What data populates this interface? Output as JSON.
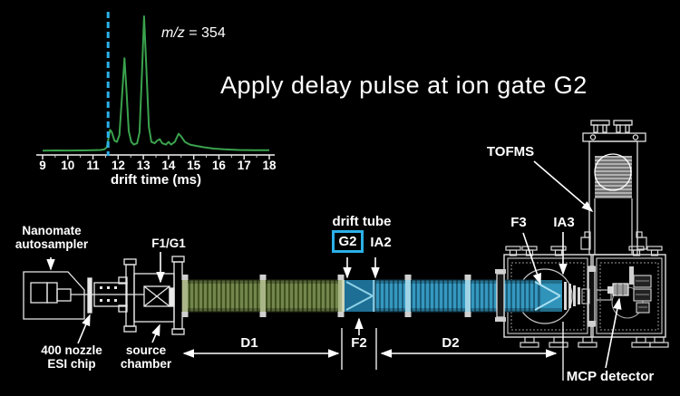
{
  "headline": "Apply delay pulse at ion gate G2",
  "chart_data": {
    "type": "line",
    "title": "",
    "xlabel": "drift time (ms)",
    "ylabel": "",
    "x_range": [
      9,
      18
    ],
    "x_ticks": [
      9,
      10,
      11,
      12,
      13,
      14,
      15,
      16,
      17,
      18
    ],
    "annotation": {
      "italic": "m/z",
      "rest": " = 354"
    },
    "gate_line_x": 11.6,
    "legend": "none",
    "grid": false,
    "series": [
      {
        "name": "drift time spectrum",
        "x": [
          9.0,
          9.5,
          10.0,
          10.5,
          11.0,
          11.3,
          11.45,
          11.55,
          11.62,
          11.68,
          11.75,
          11.85,
          11.95,
          12.05,
          12.15,
          12.25,
          12.33,
          12.42,
          12.52,
          12.62,
          12.75,
          12.85,
          12.95,
          13.03,
          13.12,
          13.22,
          13.32,
          13.45,
          13.55,
          13.65,
          13.75,
          13.9,
          14.0,
          14.1,
          14.25,
          14.4,
          14.5,
          14.65,
          14.85,
          15.1,
          15.4,
          15.8,
          16.2,
          16.8,
          17.4,
          18.0
        ],
        "y": [
          0.5,
          0.7,
          0.6,
          0.7,
          0.8,
          1.0,
          1.5,
          3,
          10,
          16,
          14,
          8,
          7,
          12,
          40,
          69,
          45,
          15,
          7,
          5,
          6,
          14,
          60,
          100,
          62,
          18,
          7,
          6,
          8,
          9,
          6,
          5,
          7,
          5,
          7,
          13,
          11,
          7,
          5,
          4,
          3,
          2,
          1.5,
          1,
          0.8,
          0.8
        ]
      }
    ]
  },
  "schematic": {
    "nanomate": [
      "Nanomate",
      "autosampler"
    ],
    "esi": [
      "400 nozzle",
      "ESI chip"
    ],
    "f1g1": "F1/G1",
    "source": [
      "source",
      "chamber"
    ],
    "drift_tube": "drift tube",
    "g2": "G2",
    "ia2": "IA2",
    "f2": "F2",
    "d1": "D1",
    "d2": "D2",
    "f3": "F3",
    "ia3": "IA3",
    "tofms": "TOFMS",
    "mcp": "MCP detector"
  },
  "colors": {
    "background": "#000000",
    "text": "#ffffff",
    "trace_green": "#3aa24d",
    "gate_blue": "#2bb1e8",
    "tube_green": "#6b7f4b",
    "tube_blue": "#2f93ba",
    "funnel_teal": "#1e6f95",
    "outline": "#e8e8e8"
  }
}
